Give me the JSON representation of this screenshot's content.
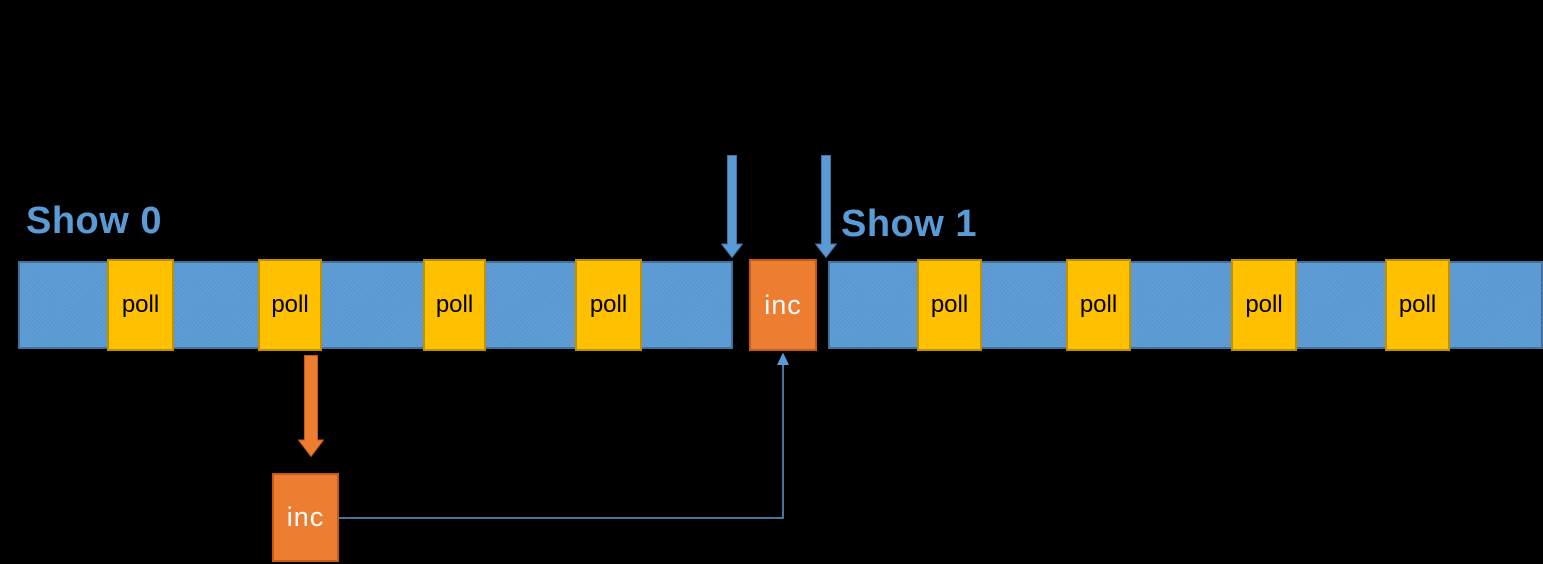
{
  "labels": {
    "show_0": "Show 0",
    "show_1": "Show 1",
    "poll": "poll",
    "inc": "inc"
  },
  "diagram": {
    "timeline_segments": [
      "Show 0",
      "Show 1"
    ],
    "poll_blocks_show0": 4,
    "poll_blocks_show1": 4,
    "inc_blocks": 2
  },
  "colors": {
    "background": "#000000",
    "bar_fill": "#5B9BD5",
    "bar_border": "#41719C",
    "poll_fill": "#FFC000",
    "poll_border": "#BF9000",
    "inc_fill": "#ED7D31",
    "inc_border": "#C55A11",
    "accent_text": "#5B9BD5",
    "connector": "#5B9BD5",
    "poll_text": "#000000",
    "inc_text": "#FFFFFF"
  }
}
